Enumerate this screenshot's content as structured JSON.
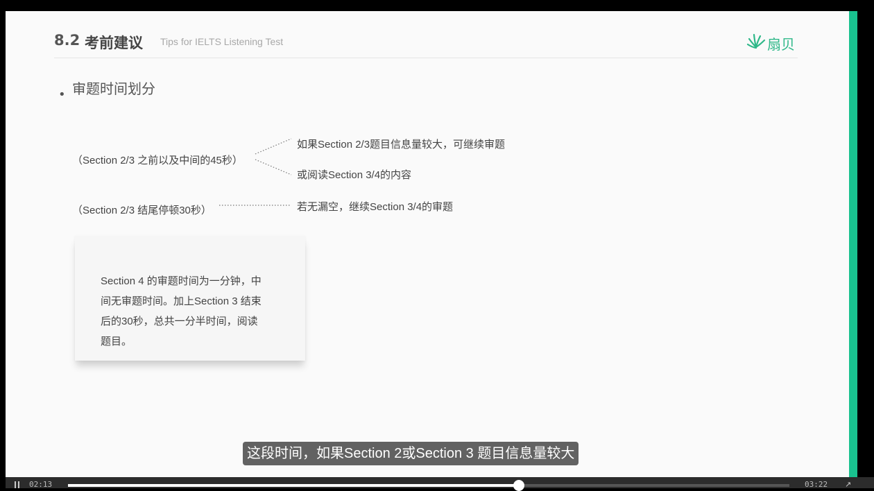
{
  "slide": {
    "title_number": "8.2",
    "title": "考前建议",
    "subtitle": "Tips for IELTS Listening Test",
    "logo_text": "扇贝",
    "bullet": "审题时间划分",
    "row1_label": "（Section 2/3 之前以及中间的45秒）",
    "row1_option_a": "如果Section 2/3题目信息量较大，可继续审题",
    "row1_option_b": "或阅读Section 3/4的内容",
    "row2_label": "（Section 2/3 结尾停顿30秒）",
    "row2_option": "若无漏空，继续Section 3/4的审题",
    "note_lines": [
      "Section 4 的审题时间为一分钟，中",
      "间无审题时间。加上Section 3 结束",
      "后的30秒，总共一分半时间，阅读",
      "题目。"
    ]
  },
  "caption": "这段时间，如果Section 2或Section 3 题目信息量较大",
  "player": {
    "current_time": "02:13",
    "total_time": "03:22",
    "progress": 0.625
  },
  "colors": {
    "accent": "#19c28f",
    "logo": "#2fb889"
  }
}
